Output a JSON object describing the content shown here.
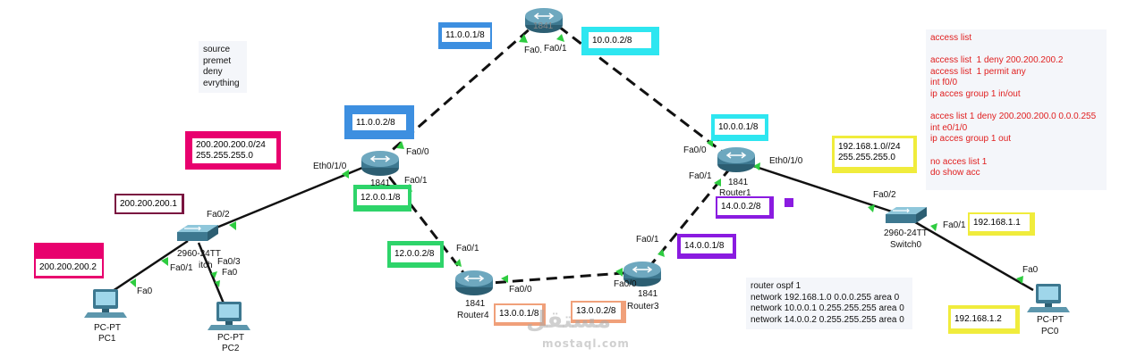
{
  "colors": {
    "pink": "#e8006e",
    "blue": "#3d8fe0",
    "cyan": "#2ee6f0",
    "green": "#2ed46a",
    "purple": "#8a1be0",
    "salmon": "#f0a07a",
    "yellow": "#f0ec3c",
    "maroon": "#7a1440",
    "link_end": "#2ecc40",
    "acl_text": "#e02020"
  },
  "notes": {
    "source_note": "source\npremet\ndeny\nevrything",
    "acl_note": "access list\n\naccess list  1 deny 200.200.200.2\naccess list  1 permit any\nint f0/0\nip acces group 1 in/out\n\nacces list 1 deny 200.200.200.0 0.0.0.255\nint e0/1/0\nip acces group 1 out\n\nno acces list 1\ndo show acc",
    "ospf_note": "router ospf 1\nnetwork 192.168.1.0 0.0.0.255 area 0\nnetwork 10.0.0.1 0.255.255.255 area 0\nnetwork 14.0.0.2 0.255.255.255 area 0"
  },
  "ip_boxes": {
    "r_top_fa0_left": "11.0.0.1/8",
    "r_top_fa0_right": "10.0.0.2/8",
    "left_router_fa0": "11.0.0.2/8",
    "left_router_lan": "200.200.200.0/24\n255.255.255.0",
    "left_router_fa1": "12.0.0.1/8",
    "pc1_gateway": "200.200.200.1",
    "pc1_ip": "200.200.200.2",
    "router4_fa1": "12.0.0.2/8",
    "router4_fa0": "13.0.0.1/8",
    "router3_fa0": "13.0.0.2/8",
    "router3_fa1": "14.0.0.1/8",
    "router1_fa0": "10.0.0.1/8",
    "router1_fa1": "14.0.0.2/8",
    "router1_lan": "192.168.1.0//24\n255.255.255.0",
    "switch0_gw": "192.168.1.1",
    "pc0_ip": "192.168.1.2"
  },
  "devices": {
    "top_router_model": "1841",
    "left_router_model": "1841",
    "router1_model": "1841",
    "router1_name": "Router1",
    "router4_model": "1841",
    "router4_name": "Router4",
    "router3_model": "1841",
    "router3_name": "Router3",
    "switch_left_model": "2960-24TT",
    "switch_left_name": "itch",
    "switch0_model": "2960-24TT",
    "switch0_name": "Switch0",
    "pc1_type": "PC-PT",
    "pc1_name": "PC1",
    "pc2_type": "PC-PT",
    "pc2_name": "PC2",
    "pc0_type": "PC-PT",
    "pc0_name": "PC0"
  },
  "ports": {
    "top_fa0": "Fa0.",
    "top_fa1": "Fa0/1",
    "left_fa0": "Fa0/0",
    "left_eth": "Eth0/1/0",
    "left_fa1": "Fa0/1",
    "sw_left_fa2": "Fa0/2",
    "sw_left_fa1": "Fa0/1",
    "sw_left_fa3": "Fa0/3",
    "sw_left_fa0": "Fa0",
    "pc1_fa0": "Fa0",
    "r4_fa1": "Fa0/1",
    "r4_fa0": "Fa0/0",
    "r3_fa0": "Fa0/0",
    "r3_fa1": "Fa0/1",
    "r1_fa0": "Fa0/0",
    "r1_fa1": "Fa0/1",
    "r1_eth": "Eth0/1/0",
    "sw0_fa2": "Fa0/2",
    "sw0_fa1": "Fa0/1",
    "pc0_fa0": "Fa0"
  },
  "watermark": {
    "arabic": "مستقل",
    "latin": "mostaql.com"
  }
}
